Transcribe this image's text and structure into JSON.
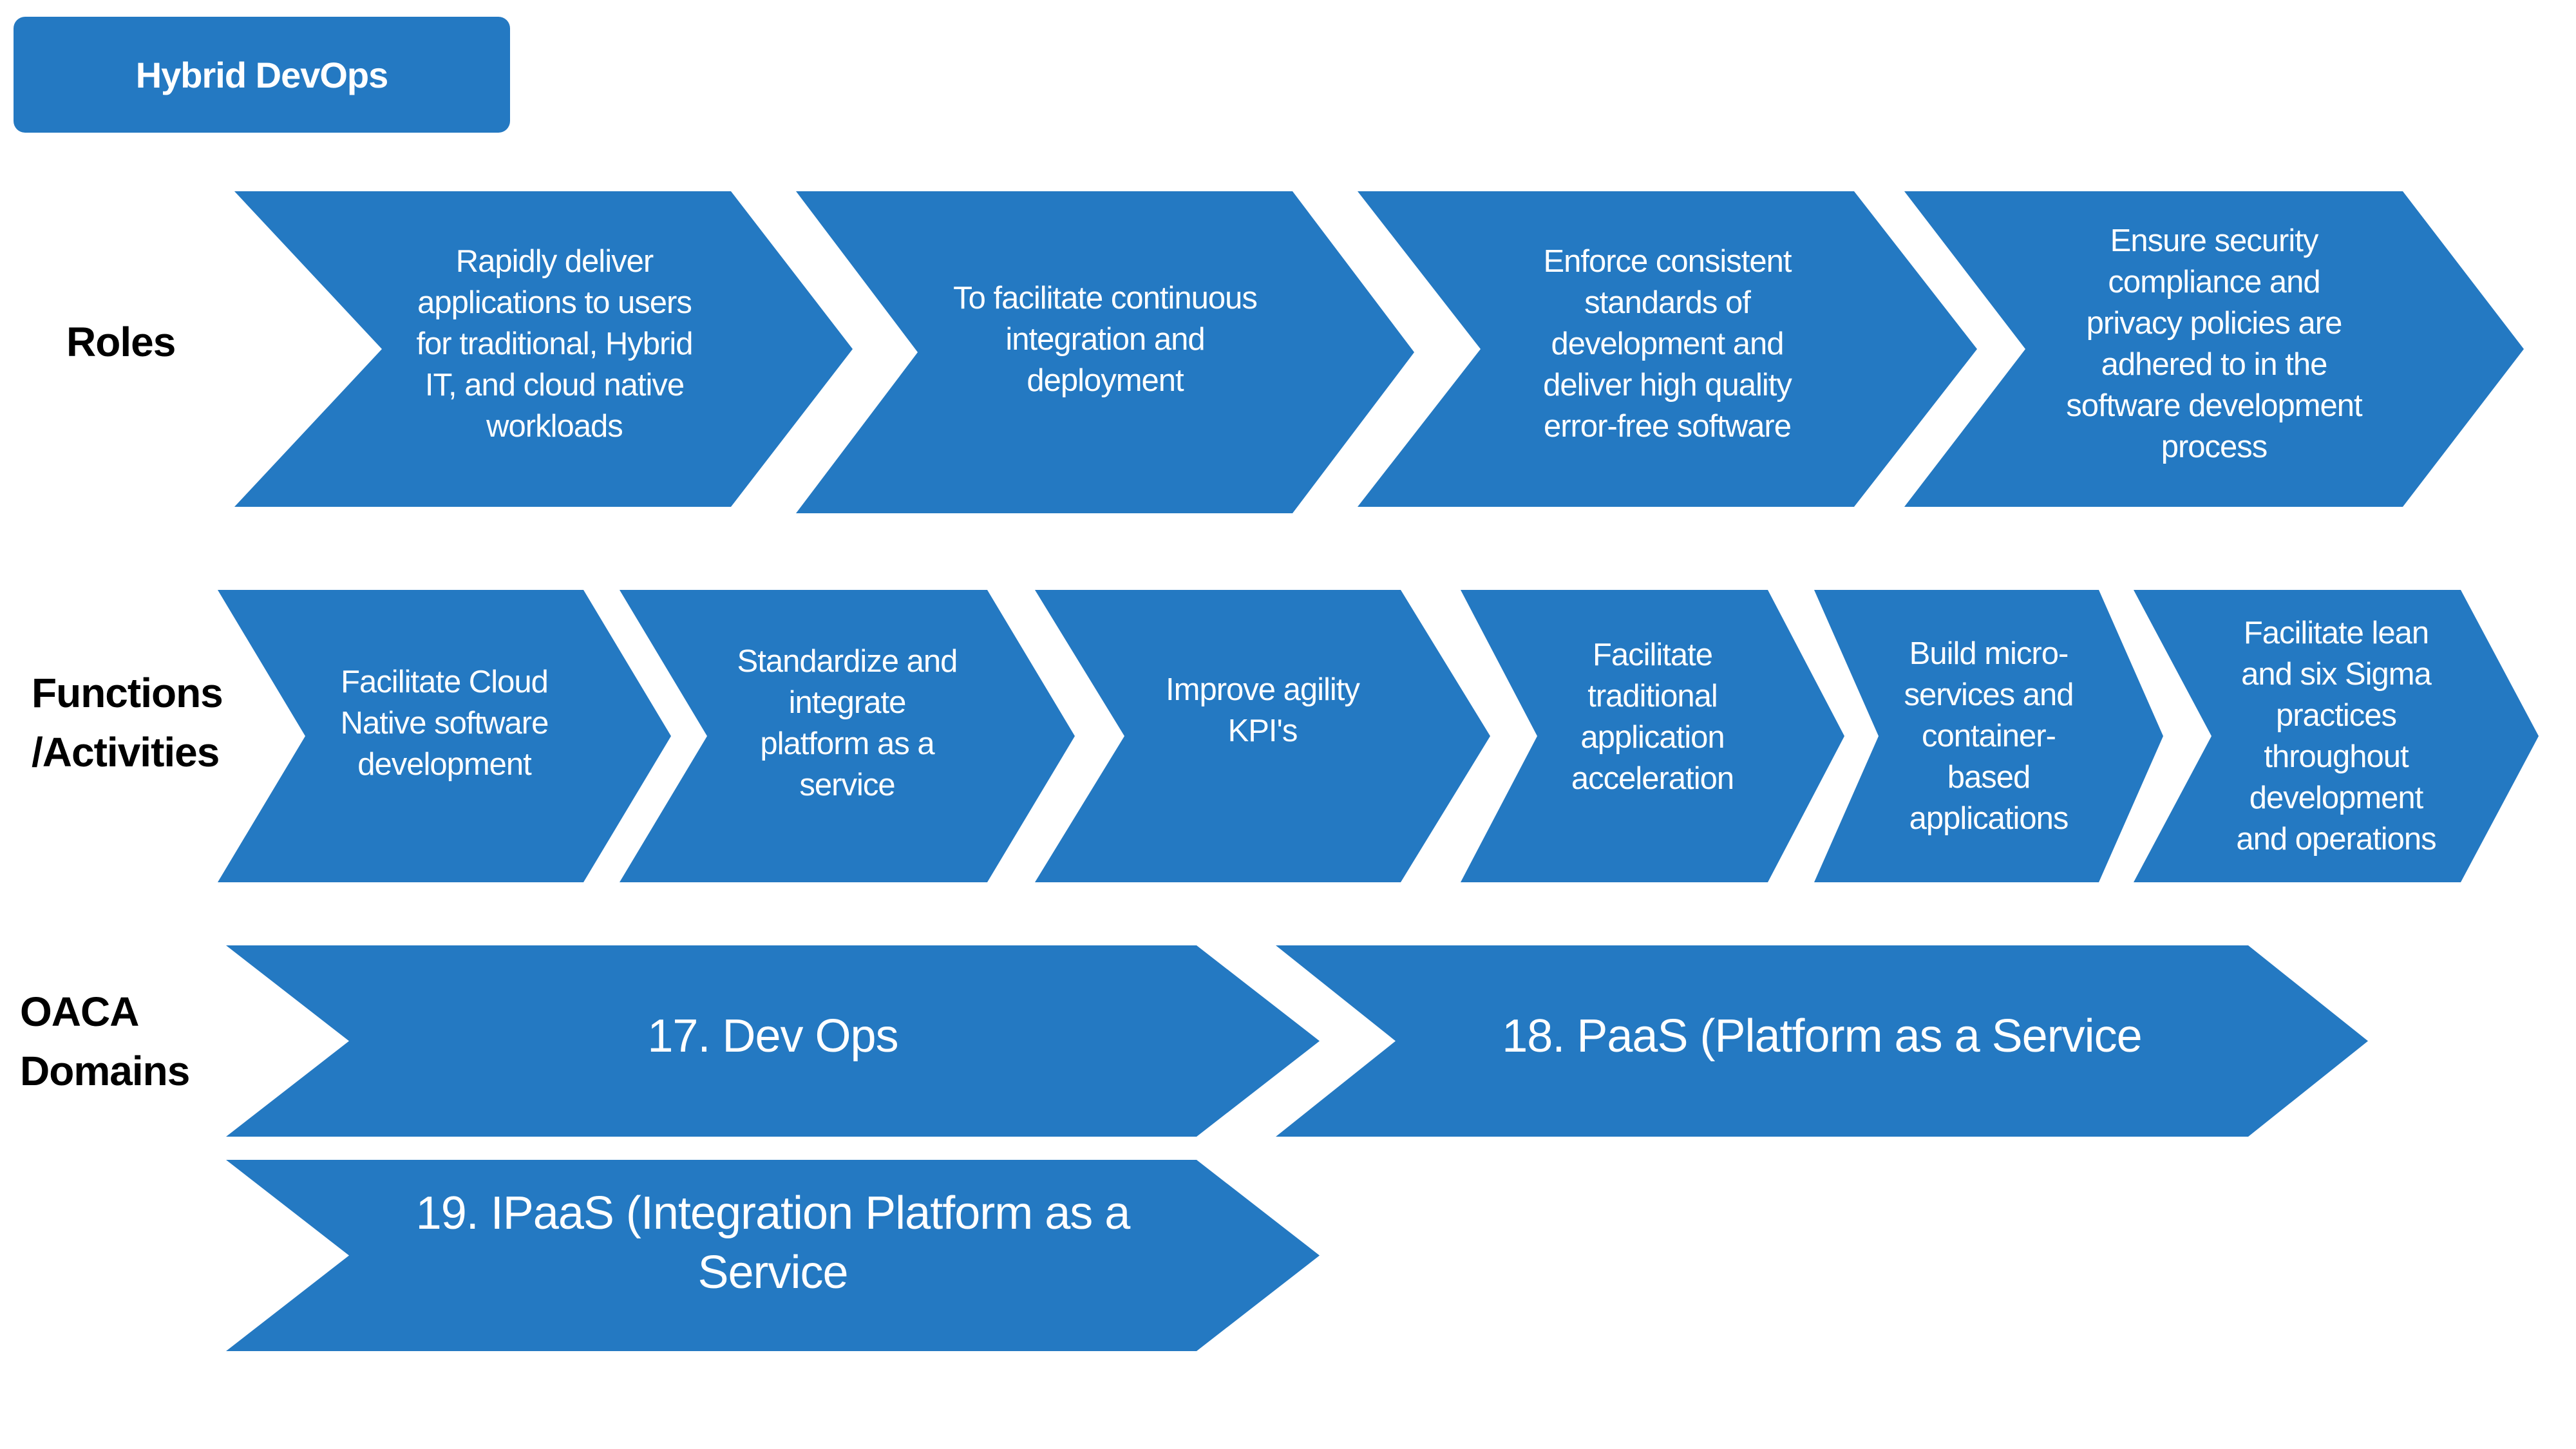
{
  "title": "Hybrid DevOps",
  "colors": {
    "shape_fill": "#2479c2",
    "shape_text": "#ffffff",
    "label_text": "#000000",
    "background": "#ffffff"
  },
  "rows": [
    {
      "label_lines": [
        "Roles"
      ],
      "items": [
        {
          "lines": [
            "Rapidly deliver",
            "applications to users",
            "for traditional, Hybrid",
            "IT, and cloud native",
            "workloads"
          ]
        },
        {
          "lines": [
            "To facilitate continuous",
            "integration and",
            "deployment"
          ]
        },
        {
          "lines": [
            "Enforce consistent",
            "standards of",
            "development and",
            "deliver high quality",
            "error-free software"
          ]
        },
        {
          "lines": [
            "Ensure security",
            "compliance and",
            "privacy policies are",
            "adhered to in the",
            "software development",
            "process"
          ]
        }
      ]
    },
    {
      "label_lines": [
        "Functions",
        "/Activities"
      ],
      "items": [
        {
          "lines": [
            "Facilitate Cloud",
            "Native software",
            "development"
          ]
        },
        {
          "lines": [
            "Standardize and",
            "integrate",
            "platform as a",
            "service"
          ]
        },
        {
          "lines": [
            "Improve agility",
            "KPI's"
          ]
        },
        {
          "lines": [
            "Facilitate",
            "traditional",
            "application",
            "acceleration"
          ]
        },
        {
          "lines": [
            "Build micro-",
            "services and",
            "container-",
            "based",
            "applications"
          ]
        },
        {
          "lines": [
            "Facilitate lean",
            "and six Sigma",
            "practices",
            "throughout",
            "development",
            "and operations"
          ]
        }
      ]
    },
    {
      "label_lines": [
        "OACA",
        "Domains"
      ],
      "items": [
        {
          "lines": [
            "17. Dev Ops"
          ]
        },
        {
          "lines": [
            "18. PaaS (Platform as a Service"
          ]
        },
        {
          "lines": [
            "19. IPaaS (Integration Platform as a",
            "Service"
          ]
        }
      ]
    }
  ]
}
